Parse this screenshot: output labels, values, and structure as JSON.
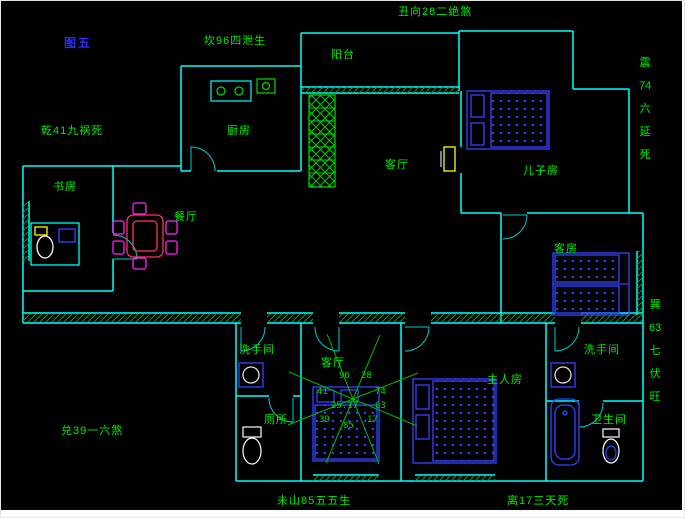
{
  "figure": {
    "label": "图五"
  },
  "bearings": {
    "top": "丑向28二绝煞",
    "north": "坎96四泄生",
    "northwest": "乾41九祸死",
    "west": "兑39一六煞",
    "southwest": "未山85五五生",
    "south": "离17三天死",
    "east_parts": [
      "震",
      "74",
      "六",
      "延",
      "死"
    ],
    "southeast_parts": [
      "巽",
      "63",
      "七",
      "伏",
      "旺"
    ]
  },
  "rooms": {
    "balcony": "阳台",
    "kitchen": "厨房",
    "living": "客厅",
    "son": "儿子房",
    "study": "书房",
    "dining": "餐厅",
    "guest": "客房",
    "washroom_left": "洗手间",
    "inner_hall": "客厅",
    "washroom_right": "洗手间",
    "master": "主人房",
    "toilet": "厕所",
    "bathroom": "卫生间"
  },
  "compass": {
    "values": [
      "96",
      "28",
      "41",
      "74",
      "25.17",
      "63",
      "39",
      "85",
      "17"
    ]
  },
  "colors": {
    "wall": "#00ffff",
    "text": "#00ee00",
    "furniture": "#3344ff",
    "dining": "#ff22ff",
    "door": "#ffff00",
    "figure_label": "#2b2bff",
    "background": "#000000"
  }
}
